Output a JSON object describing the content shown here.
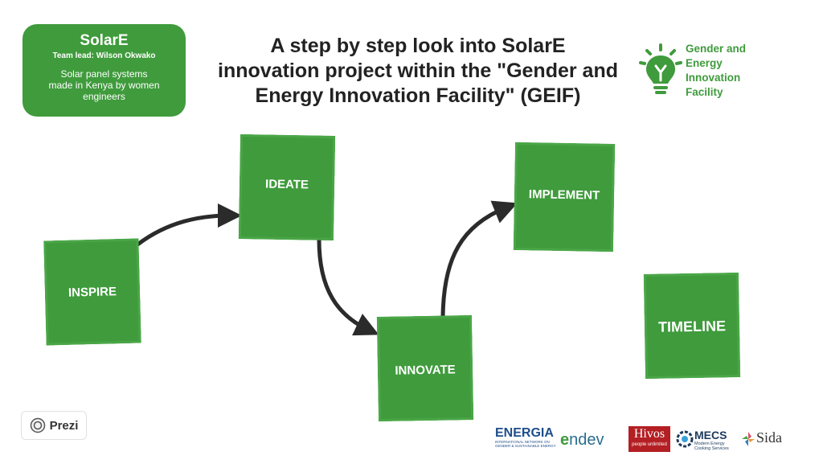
{
  "info_card": {
    "title": "SolarE",
    "team_lead": "Team lead: Wilson Okwako",
    "description": "Solar panel systems made in Kenya by women engineers"
  },
  "headline": "A step by step look into SolarE innovation project within the \"Gender and Energy Innovation Facility\" (GEIF)",
  "geif_logo": {
    "lines": [
      "Gender and",
      "Energy",
      "Innovation",
      "Facility"
    ],
    "icon": "lightbulb-icon",
    "color": "#3f9b3c"
  },
  "steps": {
    "inspire": "INSPIRE",
    "ideate": "IDEATE",
    "innovate": "INNOVATE",
    "implement": "IMPLEMENT",
    "timeline": "TIMELINE"
  },
  "prezi": {
    "label": "Prezi",
    "icon": "prezi-icon"
  },
  "partners": {
    "energia": {
      "name": "ENERGIA",
      "tagline": "INTERNATIONAL NETWORK ON GENDER & SUSTAINABLE ENERGY"
    },
    "endev": {
      "prefix": "e",
      "rest": "ndev"
    },
    "hivos": {
      "name": "Hivos",
      "tagline": "people unlimited"
    },
    "mecs": {
      "name": "MECS",
      "tagline": "Modern Energy Cooking Services"
    },
    "sida": {
      "name": "Sida"
    }
  },
  "colors": {
    "accent_green": "#3f9b3c",
    "arrow": "#2b2b2b",
    "text": "#222222"
  }
}
